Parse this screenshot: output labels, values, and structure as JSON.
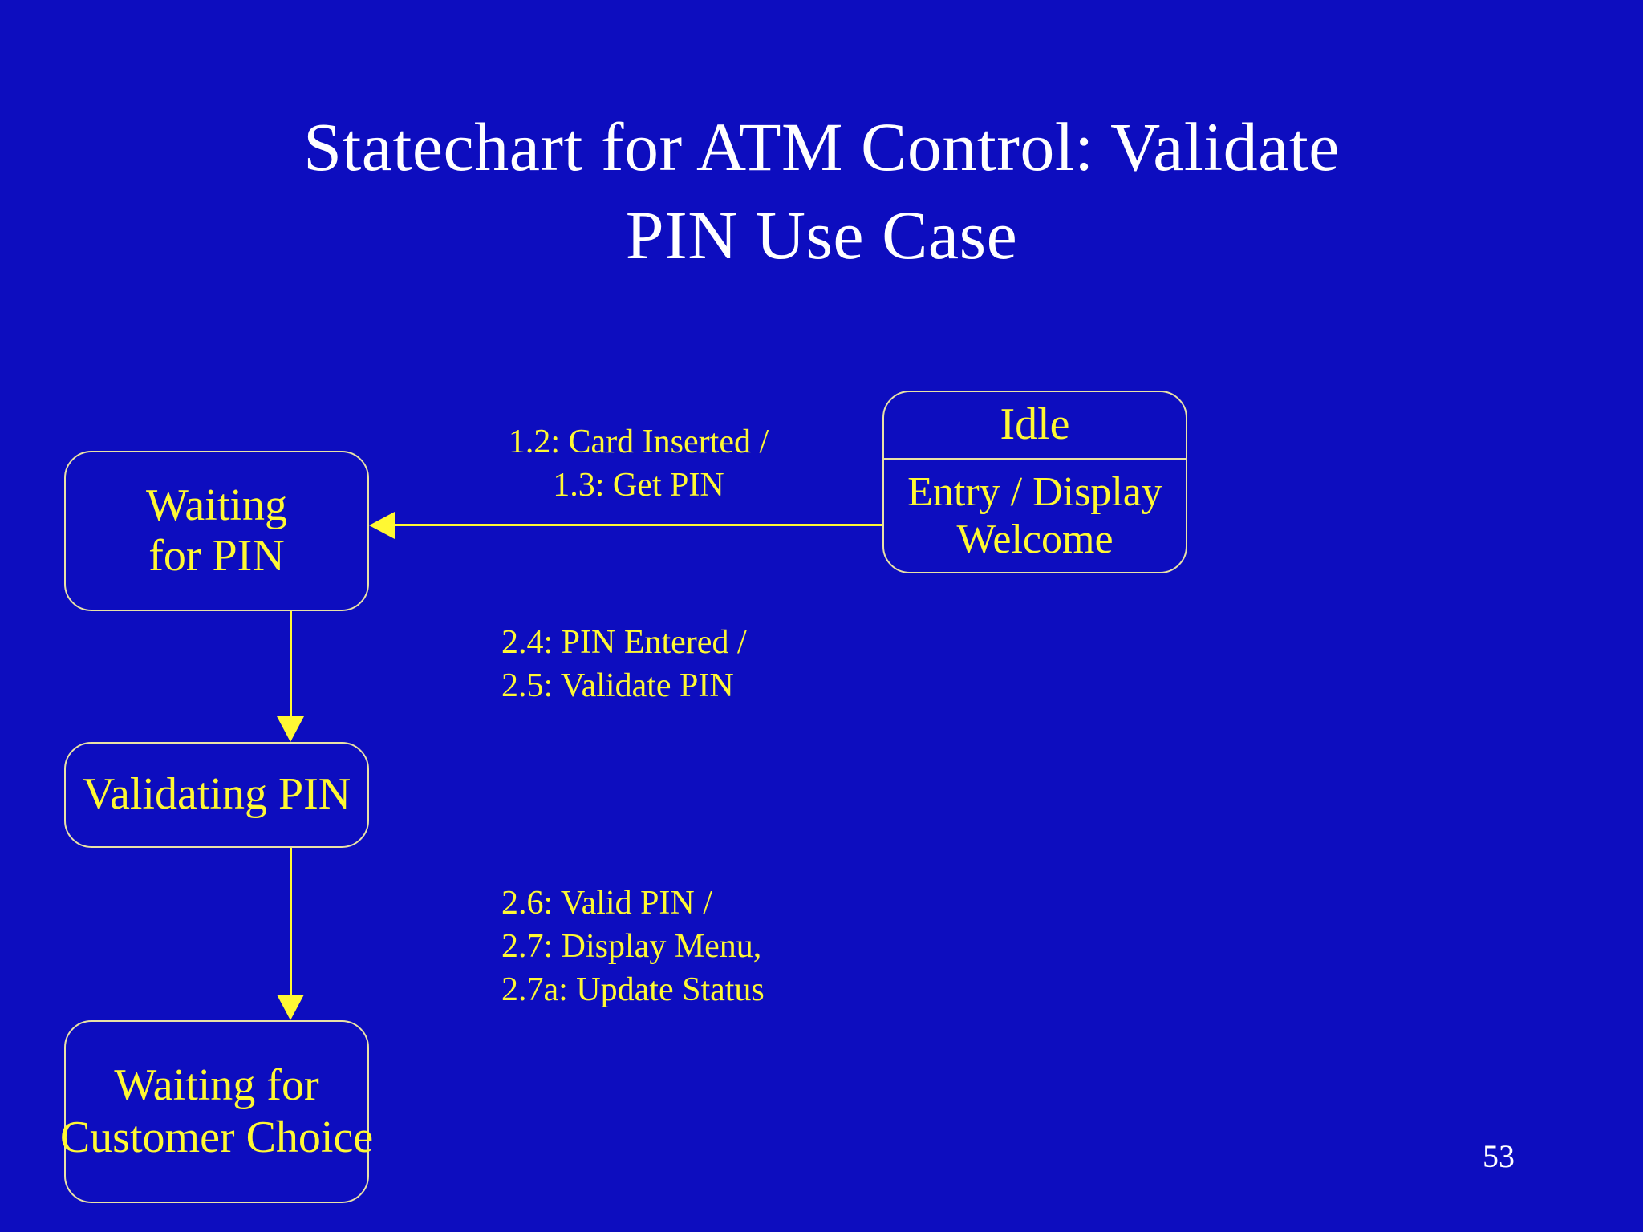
{
  "slide": {
    "background_color": "#0D0DBF",
    "title_lines": [
      "Statechart for ATM Control: Validate",
      "PIN Use Case"
    ],
    "title_color": "#FFFFFF",
    "page_number": "53"
  },
  "theme": {
    "state_text_color": "#FFF833",
    "state_border_color": "#E9E2A6",
    "connector_color": "#FFF833"
  },
  "states": {
    "idle": {
      "name": "Idle",
      "activity_lines": [
        "Entry / Display",
        "Welcome"
      ]
    },
    "waiting_for_pin": {
      "name_lines": [
        "Waiting",
        "for PIN"
      ]
    },
    "validating_pin": {
      "name_lines": [
        "Validating PIN"
      ]
    },
    "waiting_for_customer_choice": {
      "name_lines": [
        "Waiting for",
        "Customer Choice"
      ]
    }
  },
  "transitions": {
    "idle_to_waiting_pin": {
      "lines": [
        "1.2: Card Inserted /",
        "1.3: Get PIN"
      ],
      "from": "Idle",
      "to": "Waiting for PIN"
    },
    "waiting_pin_to_validating": {
      "lines": [
        "2.4: PIN Entered /",
        "2.5: Validate PIN"
      ],
      "from": "Waiting for PIN",
      "to": "Validating PIN"
    },
    "validating_to_waiting_choice": {
      "lines": [
        "2.6: Valid PIN /",
        "2.7: Display Menu,",
        "2.7a: Update Status"
      ],
      "from": "Validating PIN",
      "to": "Waiting for Customer Choice"
    }
  }
}
